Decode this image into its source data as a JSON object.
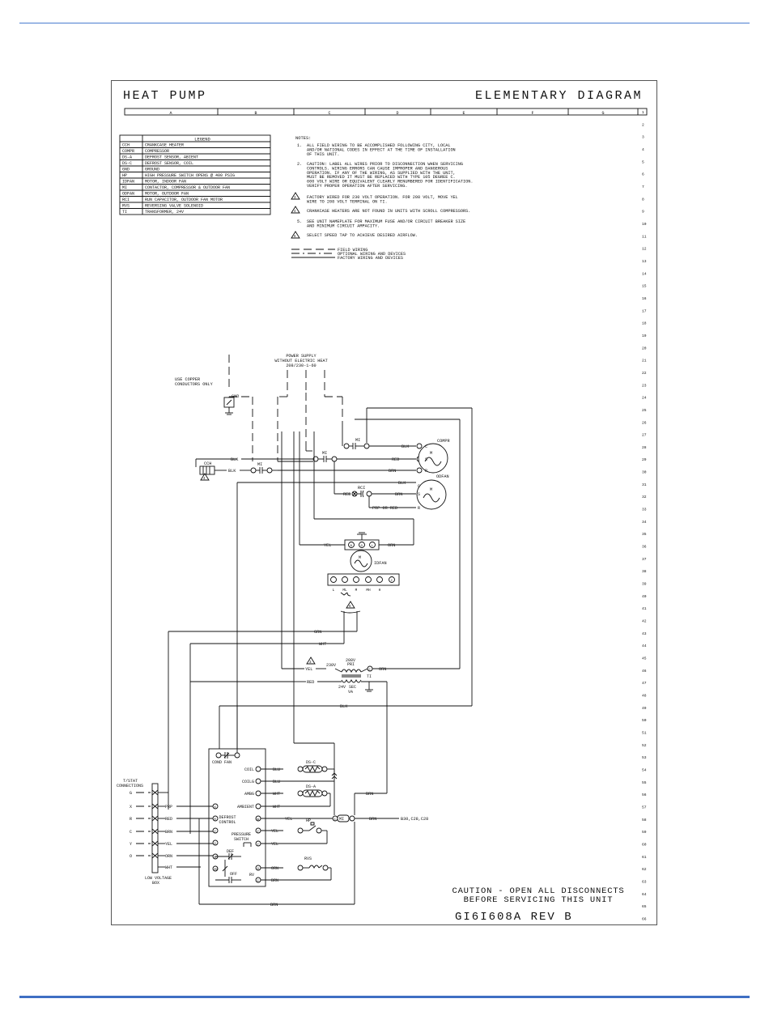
{
  "sheet": {
    "title_left": "HEAT PUMP",
    "title_right": "ELEMENTARY DIAGRAM",
    "columns": [
      "A",
      "B",
      "C",
      "D",
      "E",
      "F",
      "G"
    ],
    "row_numbers": [
      "1",
      "2",
      "3",
      "4",
      "5",
      "6",
      "7",
      "8",
      "9",
      "10",
      "11",
      "12",
      "13",
      "14",
      "15",
      "16",
      "17",
      "18",
      "19",
      "20",
      "21",
      "22",
      "23",
      "24",
      "25",
      "26",
      "27",
      "28",
      "29",
      "30",
      "31",
      "32",
      "33",
      "34",
      "35",
      "36",
      "37",
      "38",
      "39",
      "40",
      "41",
      "42",
      "43",
      "44",
      "45",
      "46",
      "47",
      "48",
      "49",
      "50",
      "51",
      "52",
      "53",
      "54",
      "55",
      "56",
      "57",
      "58",
      "59",
      "60",
      "61",
      "62",
      "63",
      "64",
      "65",
      "66"
    ]
  },
  "legend": {
    "header": "LEGEND",
    "rows": [
      {
        "abbr": "CCH",
        "desc": "CRANKCASE HEATER"
      },
      {
        "abbr": "COMPR",
        "desc": "COMPRESSOR"
      },
      {
        "abbr": "DS-A",
        "desc": "DEFROST SENSOR, ABIENT"
      },
      {
        "abbr": "DS-C",
        "desc": "DEFROST SENSOR, COIL"
      },
      {
        "abbr": "GND",
        "desc": "GROUND"
      },
      {
        "abbr": "HP",
        "desc": "HIGH PRESSURE SWITCH OPENS @ 400 PSIG"
      },
      {
        "abbr": "IDFAN",
        "desc": "MOTOR, INDOOR FAN"
      },
      {
        "abbr": "MI",
        "desc": "CONTACTOR, COMPRESSOR & OUTDOOR FAN"
      },
      {
        "abbr": "ODFAN",
        "desc": "MOTOR, OUTDOOR FAN"
      },
      {
        "abbr": "RCI",
        "desc": "RUN CAPACITOR, OUTDOOR FAN MOTOR"
      },
      {
        "abbr": "RVS",
        "desc": "REVERSING VALVE SOLENOID"
      },
      {
        "abbr": "TI",
        "desc": "TRANSFORMER, 24V"
      }
    ]
  },
  "notes": {
    "heading": "NOTES:",
    "items": [
      {
        "marker": "1.",
        "lines": [
          "ALL FIELD WIRING TO BE ACCOMPLISHED FOLLOWING CITY, LOCAL",
          "AND/OR NATIONAL CODES IN EFFECT AT THE TIME OF INSTALLATION",
          "OF THIS UNIT."
        ]
      },
      {
        "marker": "2.",
        "lines": [
          "CAUTION: LABEL ALL WIRES PRIOR TO DISCONNECTION WHEN SERVICING",
          "CONTROLS.  WIRING ERRORS CAN CAUSE IMPROPER AND DANGEROUS",
          "OPERATION.  IF ANY OF THE WIRING, AS SUPPLIED WITH THE UNIT,",
          "MUST BE REMOVED IT MUST BE REPLACED WITH TYPE 105 DEGREE C.",
          "600 VOLT WIRE OR EQUIVALENT CLEARLY RENUMBERED FOR IDENTIFICATION.",
          "VERIFY PROPER OPERATION AFTER SERVICING."
        ]
      },
      {
        "marker": "3",
        "lines": [
          "FACTORY WIRED FOR 230 VOLT OPERATION.  FOR 208 VOLT, MOVE YEL",
          "WIRE TO 208 VOLT TERMINAL ON TI."
        ]
      },
      {
        "marker": "4",
        "lines": [
          "CRANKCASE HEATERS ARE NOT FOUND IN UNITS WITH SCROLL COMPRESSORS."
        ]
      },
      {
        "marker": "5.",
        "lines": [
          "SEE UNIT NAMEPLATE FOR MAXIMUM FUSE AND/OR CIRCUIT BREAKER SIZE",
          "AND MINIMUM CIRCUIT AMPACITY."
        ]
      },
      {
        "marker": "6",
        "lines": [
          "SELECT SPEED TAP TO ACHIEVE DESIRED AIRFLOW."
        ]
      }
    ],
    "line_key": [
      "FIELD WIRING",
      "OPTIONAL WIRING AND DEVICES",
      "FACTORY WIRING AND DEVICES"
    ]
  },
  "diagram": {
    "power_supply": [
      "POWER SUPPLY",
      "WITHOUT ELECTRIC HEAT",
      "208/230-1-60"
    ],
    "copper_note": [
      "USE COPPER",
      "CONDUCTORS ONLY"
    ],
    "gnd": "GND",
    "cch": "CCH",
    "mi": "MI",
    "rci": "RCI",
    "ti": "TI",
    "compr": "COMPR",
    "odfan": "ODFAN",
    "idfan": "IDFAN",
    "motor_m": "M",
    "compr_terms": [
      "C",
      "S",
      "R"
    ],
    "odfan_terms": [
      "C",
      "S",
      "R"
    ],
    "idfan_terms": [
      "L",
      "ML",
      "M",
      "MH",
      "H"
    ],
    "idfan_tops": [
      "N",
      "G",
      "L"
    ],
    "wires": {
      "blk": "BLK",
      "red": "RED",
      "brn": "BRN",
      "yel": "YEL",
      "orn": "ORN",
      "grn": "GRN",
      "wht": "WHT",
      "blu": "BLU",
      "prp": "PRP",
      "prp_or_red": "PRP OR RED"
    },
    "transformer": {
      "v230": "230V",
      "v208": "208V",
      "pri": "PRI",
      "v24": "24V",
      "sec": "SEC",
      "va": "VA",
      "com": "C"
    },
    "tstat_label": [
      "T/STAT",
      "CONNECTIONS"
    ],
    "tstat_terms": [
      "G",
      "X",
      "R",
      "C",
      "Y",
      "O"
    ],
    "lvbox": [
      "LOW VOLTAGE",
      "BOX"
    ],
    "control": {
      "cond_fan": "COND FAN",
      "coil": "COIL",
      "coilg": "COILG",
      "ambg": "AMBG",
      "ambient": "AMBIENT",
      "defrost_control": [
        "DEFROST",
        "CONTROL"
      ],
      "pressure_switch": [
        "PRESSURE",
        "SWITCH"
      ],
      "def": "DEF",
      "off": "OFF",
      "rv": "RV",
      "ds_c": "DS-C",
      "ds_a": "DS-A",
      "hp": "HP",
      "rvs": "RVS"
    },
    "term_letters": {
      "x": "X",
      "r": "R",
      "y": "Y",
      "o": "O",
      "w": "W",
      "c": "C",
      "n": "N",
      "d": "D",
      "b": "B",
      "m2": "M2"
    },
    "mi_ref": "B30,C28,C28",
    "note_tags": [
      "3",
      "4",
      "6"
    ]
  },
  "caution": [
    "CAUTION - OPEN ALL DISCONNECTS",
    "BEFORE SERVICING THIS UNIT"
  ],
  "drawing_number": "GI6I608A REV B"
}
